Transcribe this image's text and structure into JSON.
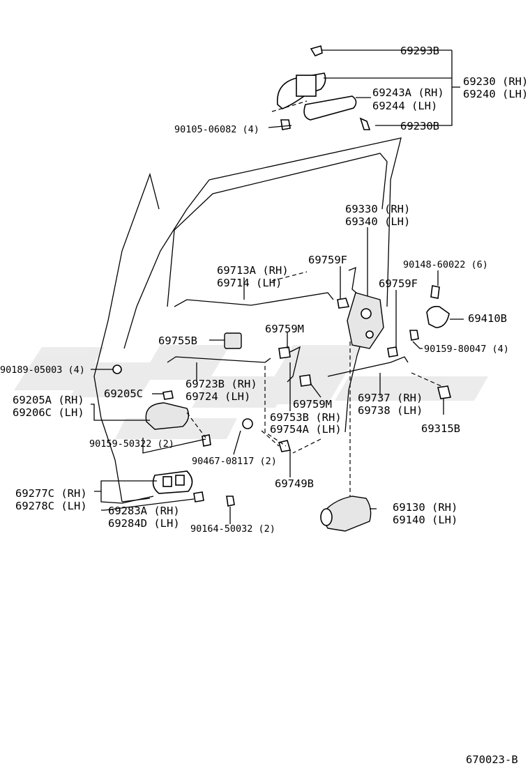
{
  "diagram_code": "670023-B",
  "callouts": {
    "c69293B": "69293B",
    "c69230": "69230 (RH)",
    "c69240": "69240 (LH)",
    "c69243A": "69243A (RH)",
    "c69244": "69244  (LH)",
    "c90105": "90105-06082 (4)",
    "c69230B": "69230B",
    "c69330": "69330 (RH)",
    "c69340": "69340 (LH)",
    "c90148": "90148-60022 (6)",
    "c69713A": "69713A (RH)",
    "c69714": "69714  (LH)",
    "c69759F_a": "69759F",
    "c69759F_b": "69759F",
    "c69410B": "69410B",
    "c69759M_a": "69759M",
    "c69755B": "69755B",
    "c90159_80047": "90159-80047 (4)",
    "c90189": "90189-05003 (4)",
    "c69723B": "69723B (RH)",
    "c69724": "69724  (LH)",
    "c69205C": "69205C",
    "c69759M_b": "69759M",
    "c69737": "69737 (RH)",
    "c69738": "69738 (LH)",
    "c69205A": "69205A (RH)",
    "c69206C": "69206C (LH)",
    "c69753B": "69753B (RH)",
    "c69754A": "69754A (LH)",
    "c69315B": "69315B",
    "c90159_50322": "90159-50322 (2)",
    "c90467": "90467-08117 (2)",
    "c69749B": "69749B",
    "c69277C": "69277C (RH)",
    "c69278C": "69278C (LH)",
    "c69130": "69130 (RH)",
    "c69140": "69140 (LH)",
    "c69283A": "69283A (RH)",
    "c69284D": "69284D (LH)",
    "c90164": "90164-50032 (2)"
  }
}
